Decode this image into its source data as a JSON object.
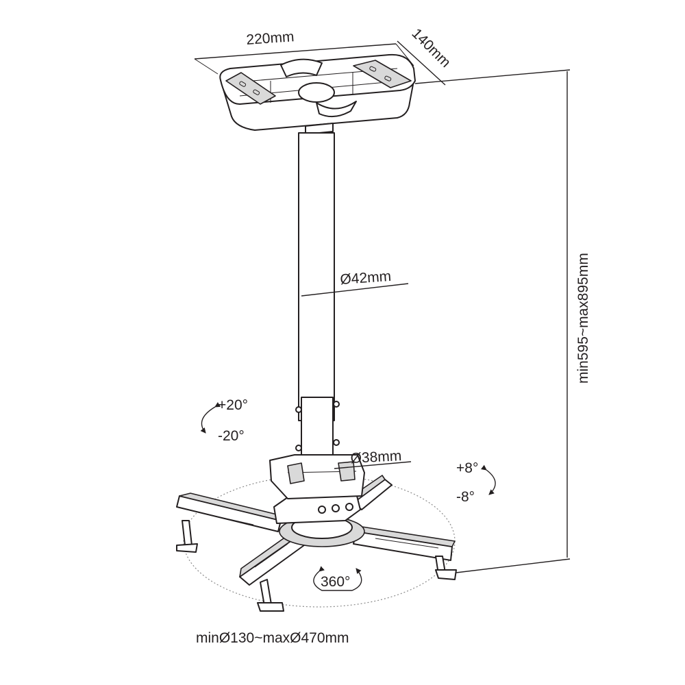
{
  "labels": {
    "plate_width": "220mm",
    "plate_depth": "140mm",
    "height_range": "min595~max895mm",
    "pole_outer": "Ø42mm",
    "pole_inner": "Ø38mm",
    "tilt_plus": "+20°",
    "tilt_minus": "-20°",
    "swivel_plus": "+8°",
    "swivel_minus": "-8°",
    "rotation": "360°",
    "spread_range": "minØ130~maxØ470mm"
  }
}
